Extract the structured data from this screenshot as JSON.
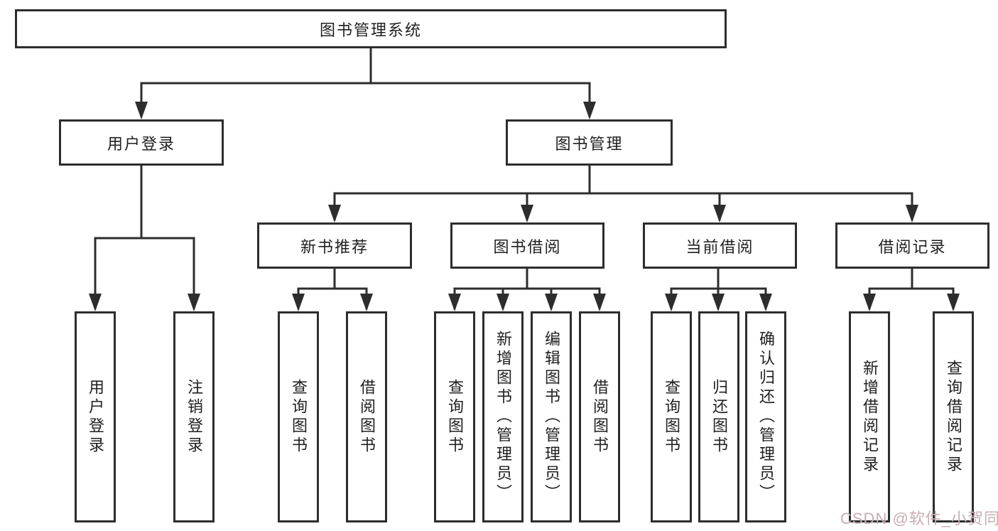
{
  "tree": {
    "root": "图书管理系统",
    "level2": [
      "用户登录",
      "图书管理"
    ],
    "level3": [
      "新书推荐",
      "图书借阅",
      "当前借阅",
      "借阅记录"
    ],
    "leaves": {
      "user_login": [
        "用户登录",
        "注销登录"
      ],
      "new_book_rec": [
        "查询图书",
        "借阅图书"
      ],
      "book_borrow": [
        "查询图书",
        "新增图书（管理员）",
        "编辑图书（管理员）",
        "借阅图书"
      ],
      "current_borrow": [
        "查询图书",
        "归还图书",
        "确认归还（管理员）"
      ],
      "borrow_records": [
        "新增借阅记录",
        "查询借阅记录"
      ]
    }
  },
  "watermark": "CSDN @软件_小贺同学",
  "colors": {
    "line": "#2d2d2d",
    "box_border": "#2d2d2d",
    "box_fill": "#ffffff",
    "text": "#1f1f1f",
    "watermark": "#c7adb3",
    "background": "#ffffff"
  }
}
